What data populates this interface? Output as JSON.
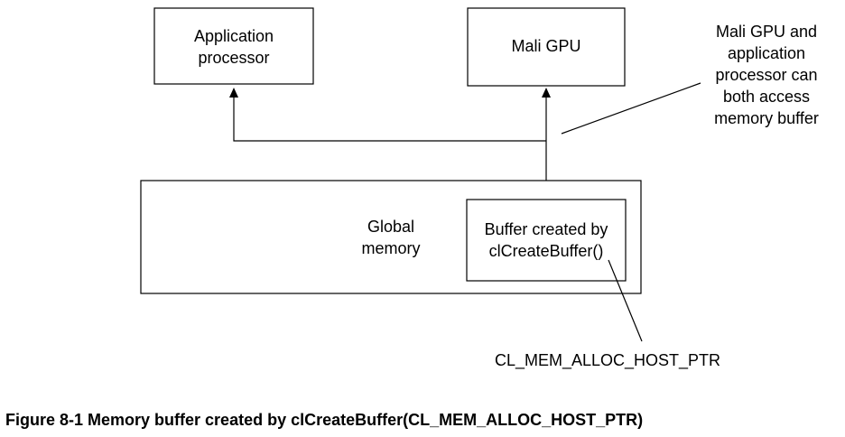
{
  "diagram": {
    "app_processor": {
      "line1": "Application",
      "line2": "processor"
    },
    "gpu": {
      "label": "Mali GPU"
    },
    "note": {
      "lines": [
        "Mali GPU and",
        "application",
        "processor can",
        "both access",
        "memory buffer"
      ]
    },
    "global_memory": {
      "line1": "Global",
      "line2": "memory"
    },
    "buffer": {
      "line1": "Buffer created by",
      "line2": "clCreateBuffer()"
    },
    "flag_label": "CL_MEM_ALLOC_HOST_PTR"
  },
  "caption": "Figure 8-1  Memory buffer created by clCreateBuffer(CL_MEM_ALLOC_HOST_PTR)"
}
